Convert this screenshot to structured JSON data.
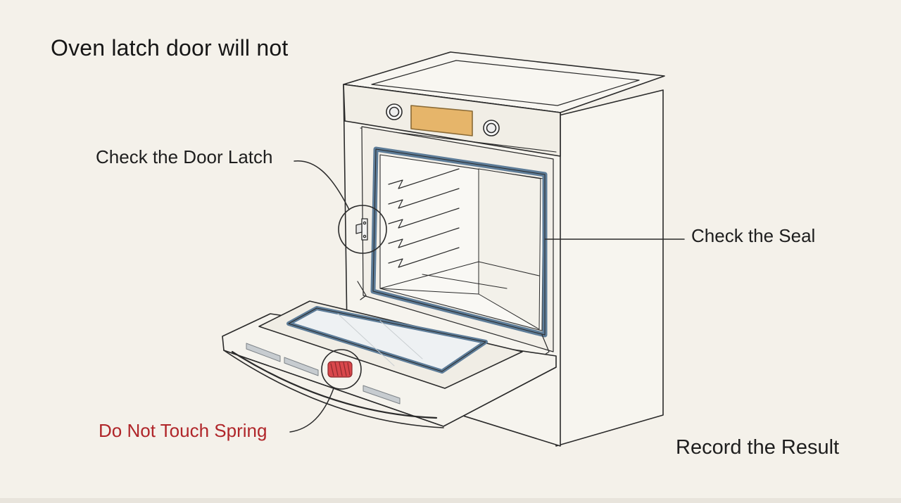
{
  "title": "Oven latch door will not",
  "labels": {
    "door_latch": "Check the Door Latch",
    "seal": "Check the Seal",
    "spring": "Do Not Touch Spring",
    "record": "Record the Result"
  },
  "colors": {
    "background": "#f4f1ea",
    "line": "#2a2a2a",
    "seal_blue": "#5d7c98",
    "display_orange": "#e6b56a",
    "warning_red": "#b0262a",
    "spring_red": "#d9474b"
  }
}
